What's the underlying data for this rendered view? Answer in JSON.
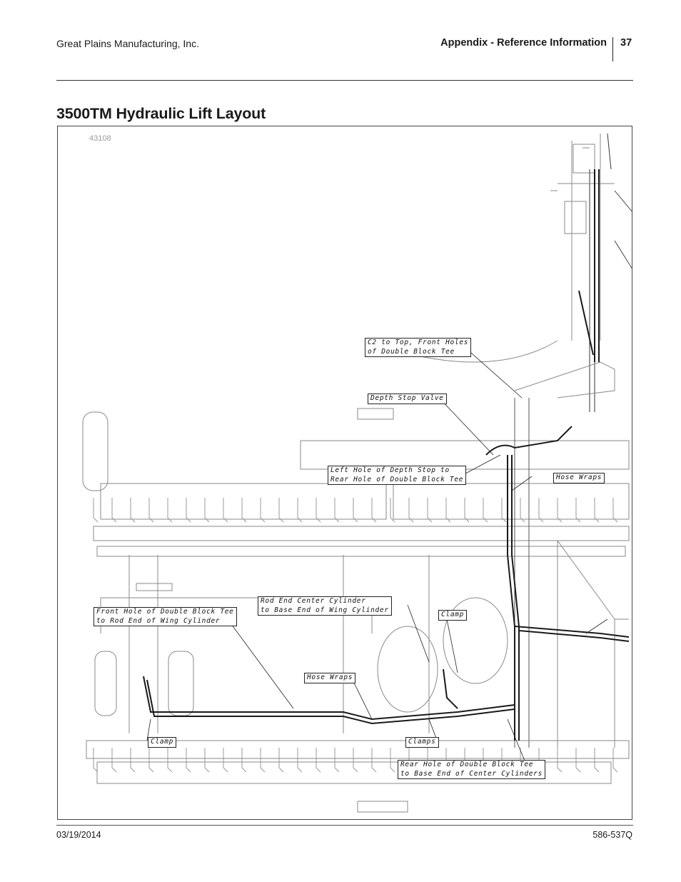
{
  "header": {
    "company": "Great Plains Manufacturing, Inc.",
    "section": "Appendix - Reference Information",
    "page_number": "37"
  },
  "title": "3500TM Hydraulic Lift Layout",
  "figure": {
    "id": "43108",
    "callouts": {
      "c2_to_top": "C2 to Top, Front Holes\nof Double Block Tee",
      "depth_stop_valve": "Depth Stop Valve",
      "left_hole": "Left Hole of Depth Stop to\nRear Hole of Double Block Tee",
      "hose_wraps_right": "Hose Wraps",
      "rod_end_center": "Rod End Center Cylinder\nto Base End of Wing Cylinder",
      "front_hole": "Front Hole of Double Block Tee\nto Rod End of Wing Cylinder",
      "clamp_center": "Clamp",
      "hose_wraps_left": "Hose Wraps",
      "clamp_left": "Clamp",
      "clamps": "Clamps",
      "rear_hole": "Rear Hole of Double Block Tee\nto Base End of Center Cylinders"
    }
  },
  "footer": {
    "date": "03/19/2014",
    "doc_number": "586-537Q"
  }
}
